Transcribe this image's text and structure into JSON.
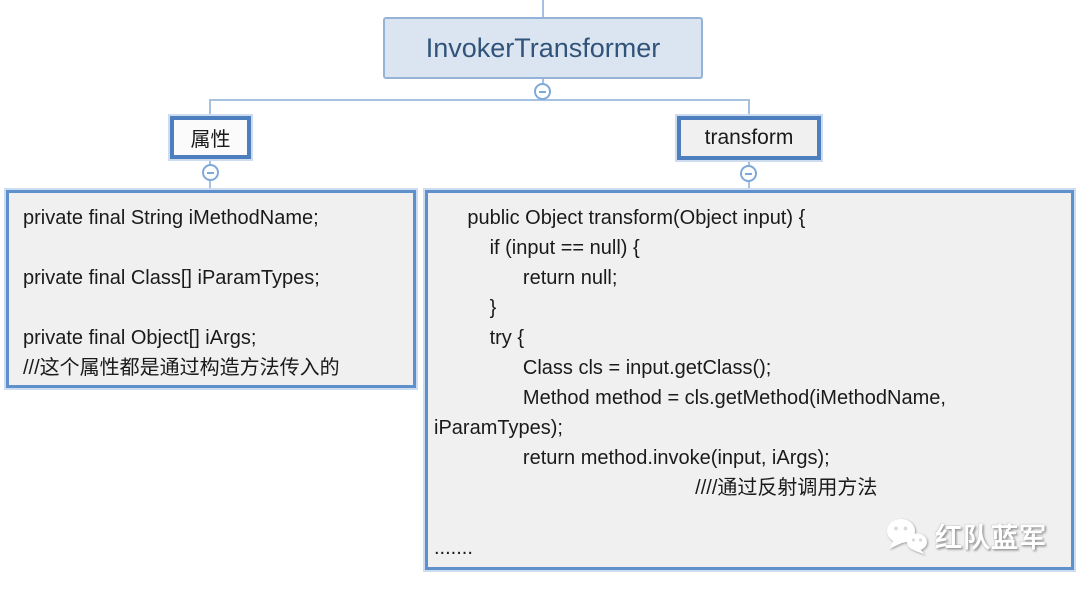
{
  "root": {
    "label": "InvokerTransformer"
  },
  "branches": {
    "left": {
      "label": "属性",
      "code": "private final String iMethodName;\n\nprivate final Class[] iParamTypes;\n\nprivate final Object[] iArgs;\n///这个属性都是通过构造方法传入的"
    },
    "right": {
      "label": "transform",
      "code": "      public Object transform(Object input) {\n          if (input == null) {\n                return null;\n          }\n          try {\n                Class cls = input.getClass();\n                Method method = cls.getMethod(iMethodName,\niParamTypes);\n                return method.invoke(input, iArgs);\n                                               ////通过反射调用方法\n\n......."
    }
  },
  "watermark": {
    "label": "红队蓝军",
    "icon": "wechat-icon"
  },
  "colors": {
    "node_border_blue": "#4d7ebd",
    "root_fill": "#dbe5f1",
    "root_text": "#31537a",
    "code_fill": "#f0f0f0",
    "connector_blue": "#a6c1e2",
    "code_text": "#1a1a1a"
  }
}
